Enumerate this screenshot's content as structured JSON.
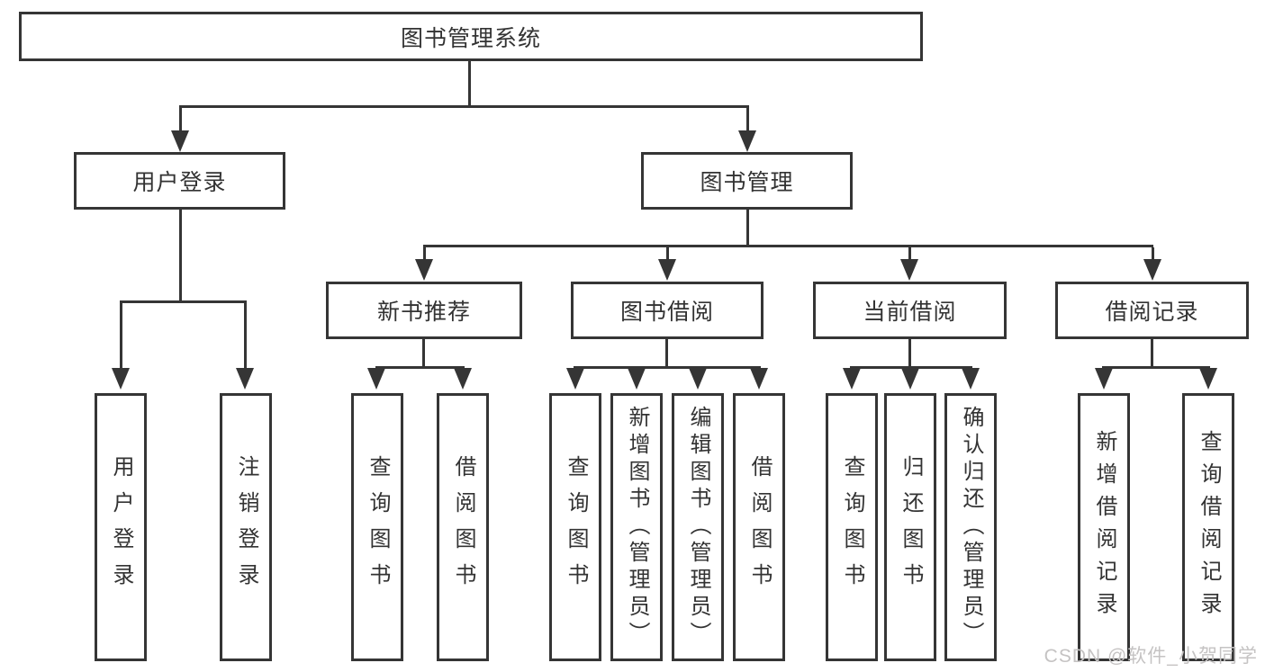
{
  "diagram": {
    "root": {
      "label": "图书管理系统"
    },
    "level2": [
      {
        "label": "用户登录"
      },
      {
        "label": "图书管理"
      }
    ],
    "level3": [
      {
        "label": "新书推荐"
      },
      {
        "label": "图书借阅"
      },
      {
        "label": "当前借阅"
      },
      {
        "label": "借阅记录"
      }
    ],
    "leaves": {
      "login": [
        {
          "label": "用户登录"
        },
        {
          "label": "注销登录"
        }
      ],
      "newbook": [
        {
          "label": "查询图书"
        },
        {
          "label": "借阅图书"
        }
      ],
      "borrow": [
        {
          "label": "查询图书"
        },
        {
          "label": "新增图书（管理员）"
        },
        {
          "label": "编辑图书（管理员）"
        },
        {
          "label": "借阅图书"
        }
      ],
      "current": [
        {
          "label": "查询图书"
        },
        {
          "label": "归还图书"
        },
        {
          "label": "确认归还（管理员）"
        }
      ],
      "records": [
        {
          "label": "新增借阅记录"
        },
        {
          "label": "查询借阅记录"
        }
      ]
    }
  },
  "watermark": "CSDN @软件_小贺同学",
  "colors": {
    "line": "#353535",
    "text": "#333333",
    "watermark": "#c5c3c3",
    "background": "#ffffff"
  }
}
